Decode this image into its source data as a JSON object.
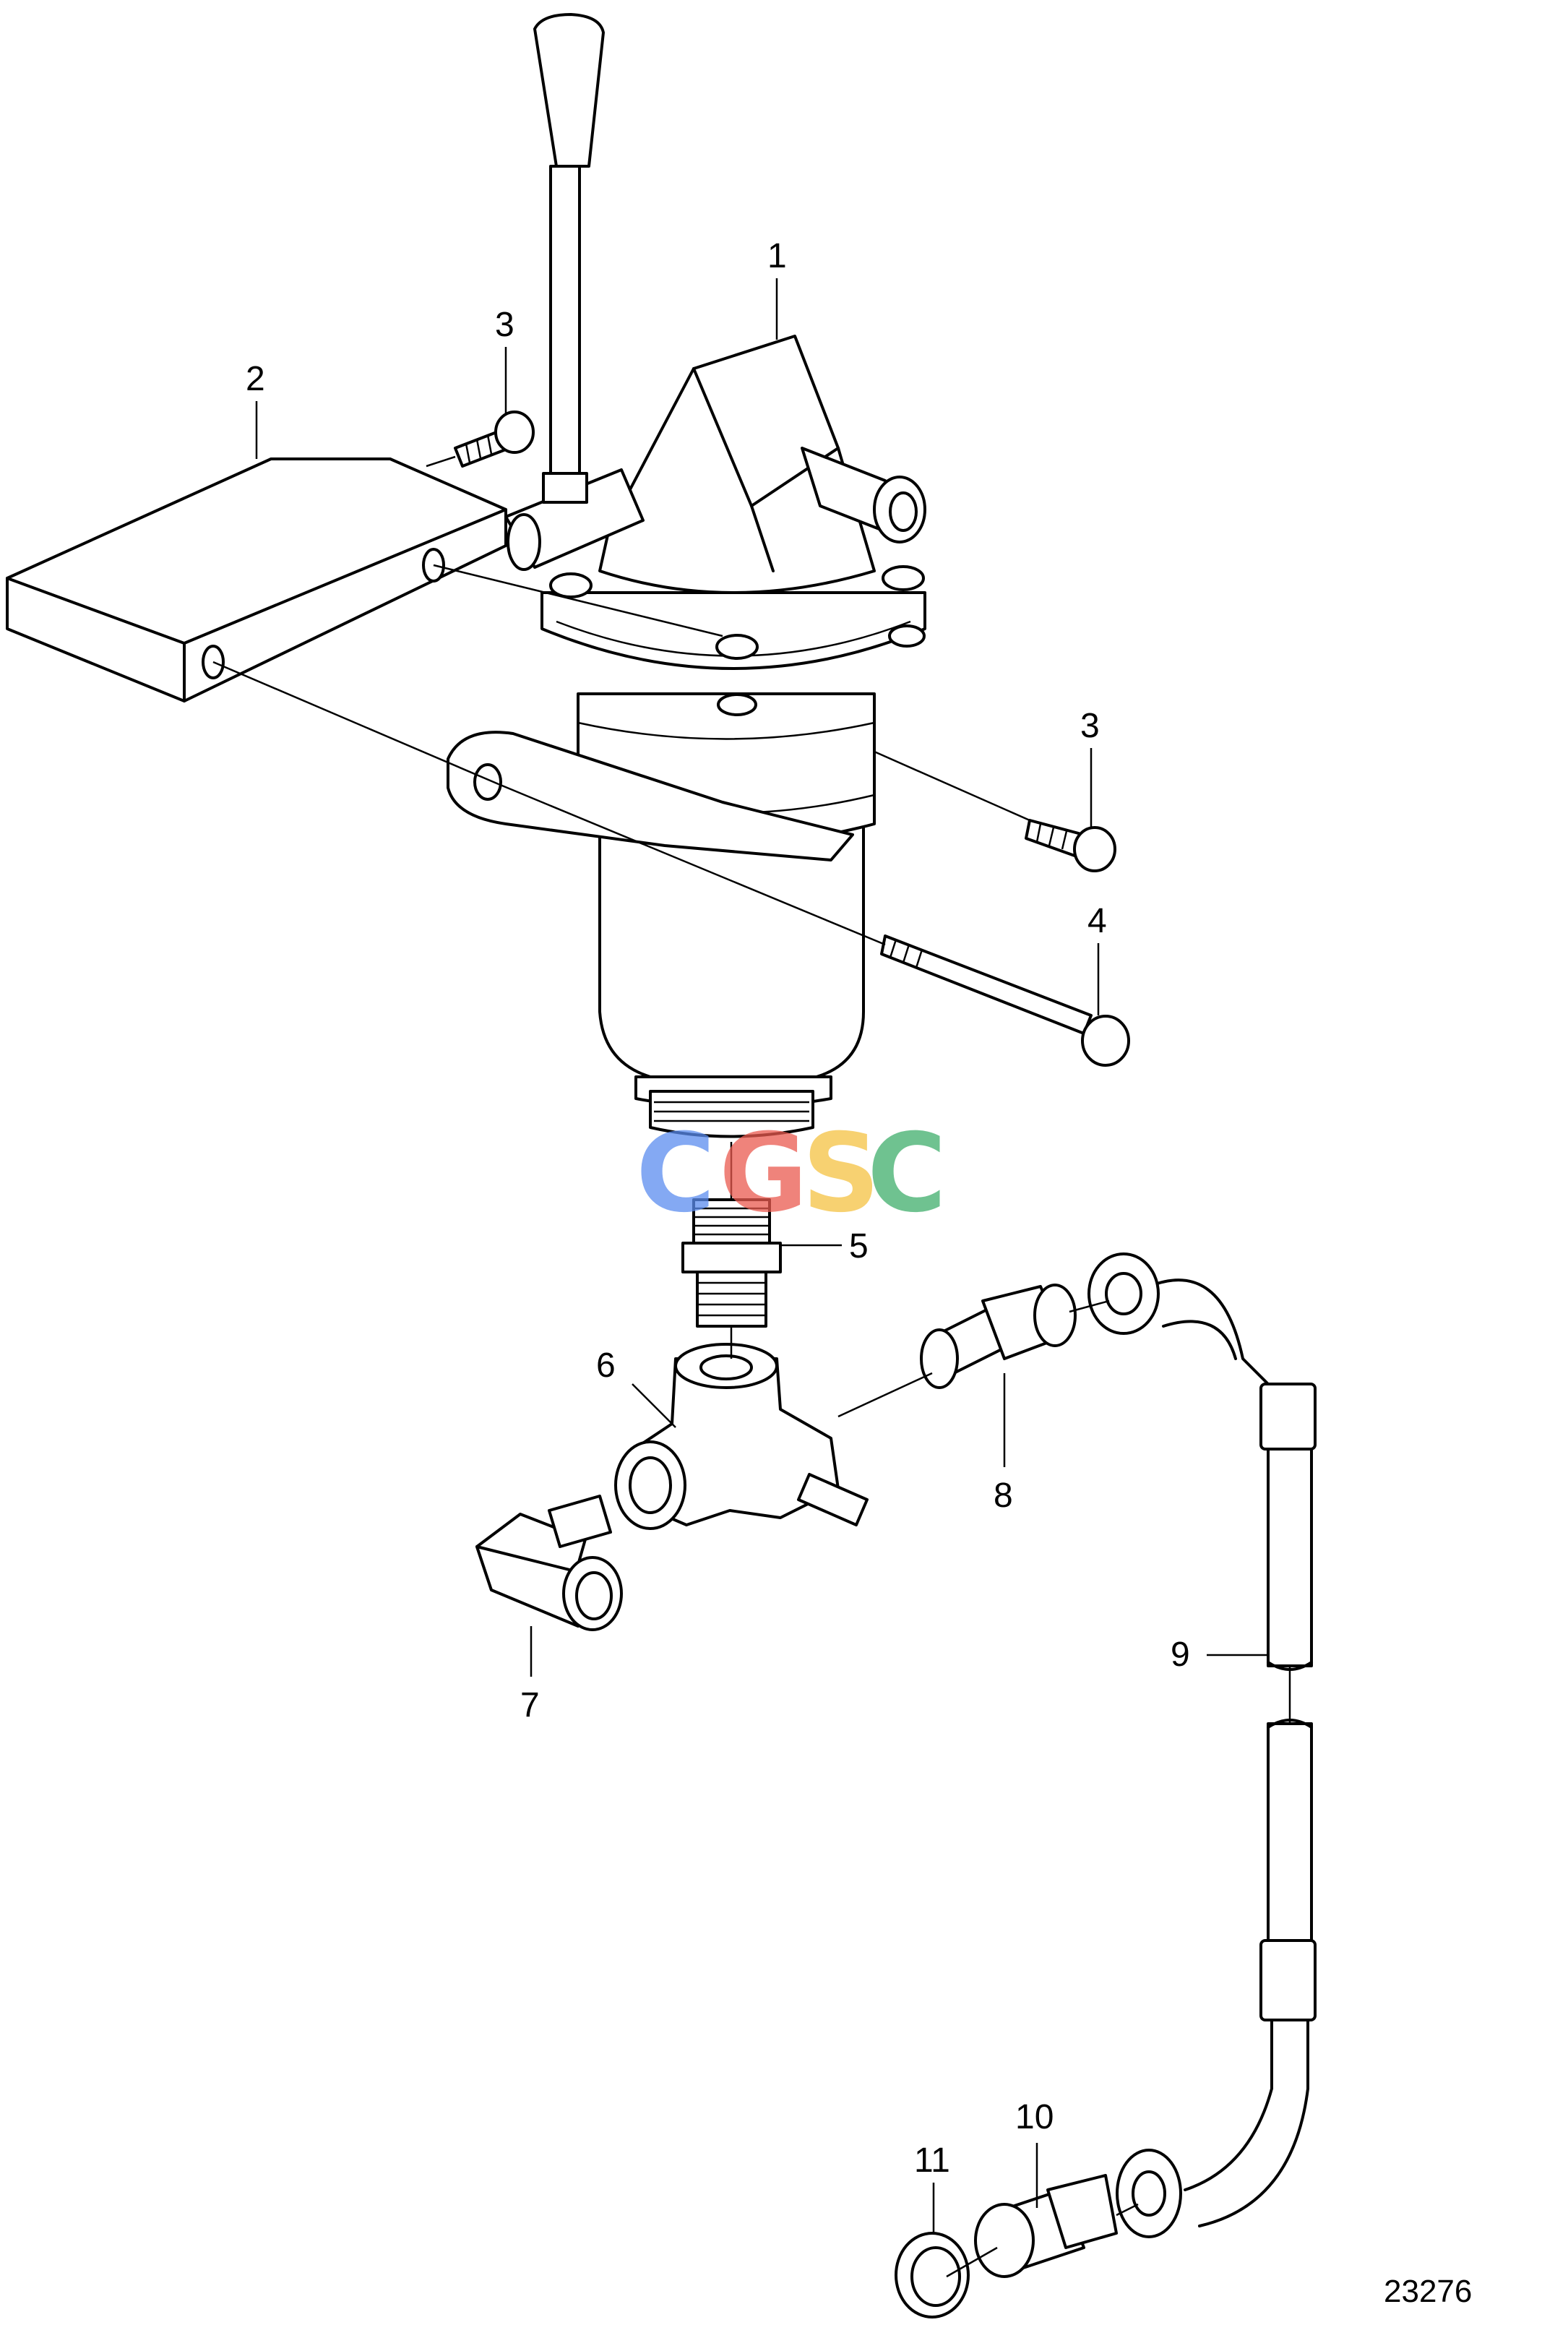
{
  "callouts": {
    "c1": "1",
    "c2": "2",
    "c3a": "3",
    "c3b": "3",
    "c4": "4",
    "c5": "5",
    "c6": "6",
    "c7": "7",
    "c8": "8",
    "c9": "9",
    "c10": "10",
    "c11": "11"
  },
  "figure_number": "23276",
  "watermark": {
    "letters": [
      "C",
      "G",
      "S",
      "C"
    ],
    "colors": [
      "#5b8def",
      "#ea5a4f",
      "#f5c242",
      "#3fae6b"
    ]
  }
}
